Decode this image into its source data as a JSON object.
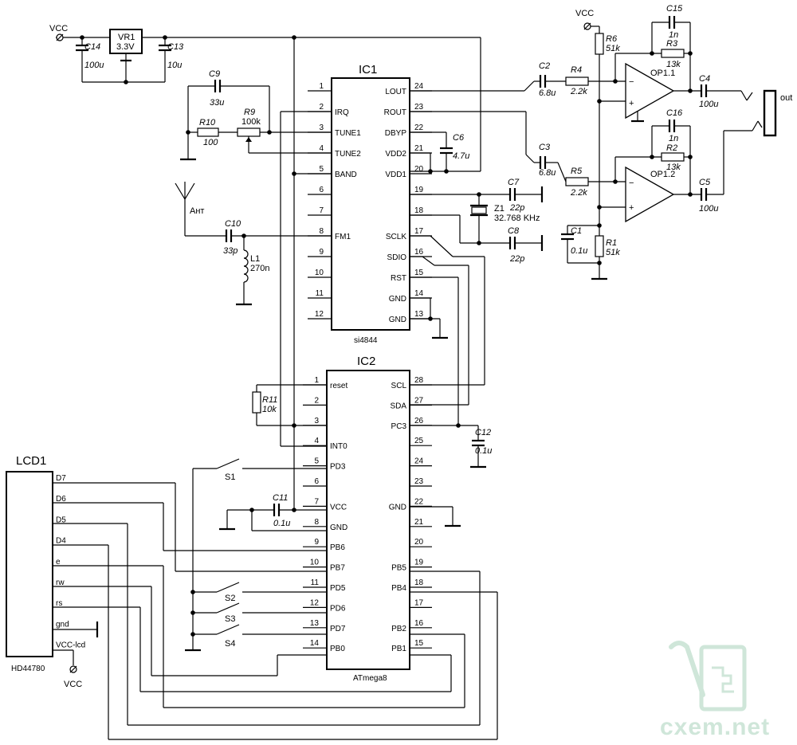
{
  "ic1": {
    "title": "IC1",
    "part": "si4844",
    "left_pins": [
      {
        "num": "1",
        "name": ""
      },
      {
        "num": "2",
        "name": "IRQ"
      },
      {
        "num": "3",
        "name": "TUNE1"
      },
      {
        "num": "4",
        "name": "TUNE2"
      },
      {
        "num": "5",
        "name": "BAND"
      },
      {
        "num": "6",
        "name": ""
      },
      {
        "num": "7",
        "name": ""
      },
      {
        "num": "8",
        "name": "FM1"
      },
      {
        "num": "9",
        "name": ""
      },
      {
        "num": "10",
        "name": ""
      },
      {
        "num": "11",
        "name": ""
      },
      {
        "num": "12",
        "name": ""
      }
    ],
    "right_pins": [
      {
        "num": "24",
        "name": "LOUT"
      },
      {
        "num": "23",
        "name": "ROUT"
      },
      {
        "num": "22",
        "name": "DBYP"
      },
      {
        "num": "21",
        "name": "VDD2"
      },
      {
        "num": "20",
        "name": "VDD1"
      },
      {
        "num": "19",
        "name": ""
      },
      {
        "num": "18",
        "name": ""
      },
      {
        "num": "17",
        "name": "SCLK"
      },
      {
        "num": "16",
        "name": "SDIO"
      },
      {
        "num": "15",
        "name": "RST"
      },
      {
        "num": "14",
        "name": "GND"
      },
      {
        "num": "13",
        "name": "GND"
      }
    ]
  },
  "ic2": {
    "title": "IC2",
    "part": "ATmega8",
    "left_pins": [
      {
        "num": "1",
        "name": "reset"
      },
      {
        "num": "2",
        "name": ""
      },
      {
        "num": "3",
        "name": ""
      },
      {
        "num": "4",
        "name": "INT0"
      },
      {
        "num": "5",
        "name": "PD3"
      },
      {
        "num": "6",
        "name": ""
      },
      {
        "num": "7",
        "name": "VCC"
      },
      {
        "num": "8",
        "name": "GND"
      },
      {
        "num": "9",
        "name": "PB6"
      },
      {
        "num": "10",
        "name": "PB7"
      },
      {
        "num": "11",
        "name": "PD5"
      },
      {
        "num": "12",
        "name": "PD6"
      },
      {
        "num": "13",
        "name": "PD7"
      },
      {
        "num": "14",
        "name": "PB0"
      }
    ],
    "right_pins": [
      {
        "num": "28",
        "name": "SCL"
      },
      {
        "num": "27",
        "name": "SDA"
      },
      {
        "num": "26",
        "name": "PC3"
      },
      {
        "num": "25",
        "name": ""
      },
      {
        "num": "24",
        "name": ""
      },
      {
        "num": "23",
        "name": ""
      },
      {
        "num": "22",
        "name": "GND"
      },
      {
        "num": "21",
        "name": ""
      },
      {
        "num": "20",
        "name": ""
      },
      {
        "num": "19",
        "name": "PB5"
      },
      {
        "num": "18",
        "name": "PB4"
      },
      {
        "num": "17",
        "name": ""
      },
      {
        "num": "16",
        "name": "PB2"
      },
      {
        "num": "15",
        "name": "PB1"
      }
    ]
  },
  "lcd": {
    "title": "LCD1",
    "part": "HD44780",
    "pins": [
      "D7",
      "D6",
      "D5",
      "D4",
      "e",
      "rw",
      "rs",
      "gnd",
      "VCC-lcd"
    ]
  },
  "power": {
    "vcc": "VCC"
  },
  "regulator": {
    "name": "VR1",
    "value": "3.3V"
  },
  "caps": {
    "c1": {
      "name": "C1",
      "value": "0.1u"
    },
    "c2": {
      "name": "C2",
      "value": "6.8u"
    },
    "c3": {
      "name": "C3",
      "value": "6.8u"
    },
    "c4": {
      "name": "C4",
      "value": "100u"
    },
    "c5": {
      "name": "C5",
      "value": "100u"
    },
    "c6": {
      "name": "C6",
      "value": "4.7u"
    },
    "c7": {
      "name": "C7",
      "value": "22p"
    },
    "c8": {
      "name": "C8",
      "value": "22p"
    },
    "c9": {
      "name": "C9",
      "value": "33u"
    },
    "c10": {
      "name": "C10",
      "value": "33p"
    },
    "c11": {
      "name": "C11",
      "value": "0.1u"
    },
    "c12": {
      "name": "C12",
      "value": "0.1u"
    },
    "c13": {
      "name": "C13",
      "value": "10u"
    },
    "c14": {
      "name": "C14",
      "value": "100u"
    },
    "c15": {
      "name": "C15",
      "value": "1n"
    },
    "c16": {
      "name": "C16",
      "value": "1n"
    }
  },
  "resistors": {
    "r1": {
      "name": "R1",
      "value": "51k"
    },
    "r2": {
      "name": "R2",
      "value": "13k"
    },
    "r3": {
      "name": "R3",
      "value": "13k"
    },
    "r4": {
      "name": "R4",
      "value": "2.2k"
    },
    "r5": {
      "name": "R5",
      "value": "2.2k"
    },
    "r6": {
      "name": "R6",
      "value": "51k"
    },
    "r9": {
      "name": "R9",
      "value": "100k"
    },
    "r10": {
      "name": "R10",
      "value": "100"
    },
    "r11": {
      "name": "R11",
      "value": "10k"
    }
  },
  "inductor": {
    "name": "L1",
    "value": "270n"
  },
  "crystal": {
    "name": "Z1",
    "value": "32.768 KHz"
  },
  "antenna": {
    "label": "Ант"
  },
  "opamps": {
    "op1": "OP1.1",
    "op2": "OP1.2",
    "minus": "−",
    "plus": "+"
  },
  "switches": [
    "S1",
    "S2",
    "S3",
    "S4"
  ],
  "output": {
    "label": "out"
  },
  "watermark": {
    "text": "cxem.net",
    "color": "#cfe6d9"
  }
}
